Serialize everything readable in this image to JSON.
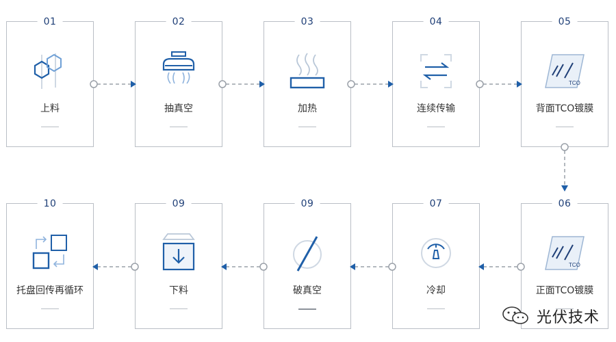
{
  "steps": [
    {
      "num": "01",
      "label": "上料",
      "icon": "hexagon-pair-icon"
    },
    {
      "num": "02",
      "label": "抽真空",
      "icon": "vacuum-pump-icon"
    },
    {
      "num": "03",
      "label": "加热",
      "icon": "heating-icon"
    },
    {
      "num": "04",
      "label": "连续传输",
      "icon": "transfer-arrows-icon"
    },
    {
      "num": "05",
      "label": "背面TCO镀膜",
      "icon": "tco-glass-icon"
    },
    {
      "num": "06",
      "label": "正面TCO镀膜",
      "icon": "tco-glass-icon"
    },
    {
      "num": "07",
      "label": "冷却",
      "icon": "gauge-icon"
    },
    {
      "num": "09",
      "label": "破真空",
      "icon": "slash-circle-icon"
    },
    {
      "num": "09",
      "label": "下料",
      "icon": "unload-box-icon"
    },
    {
      "num": "10",
      "label": "托盘回传再循环",
      "icon": "tray-recycle-icon"
    }
  ],
  "icon_text": {
    "tco": "TCO"
  },
  "watermark": {
    "text": "光伏技术"
  },
  "colors": {
    "accent": "#1f5fa8",
    "dark": "#1f3f77",
    "border": "#b9bec5",
    "light": "#cfd8e3"
  }
}
